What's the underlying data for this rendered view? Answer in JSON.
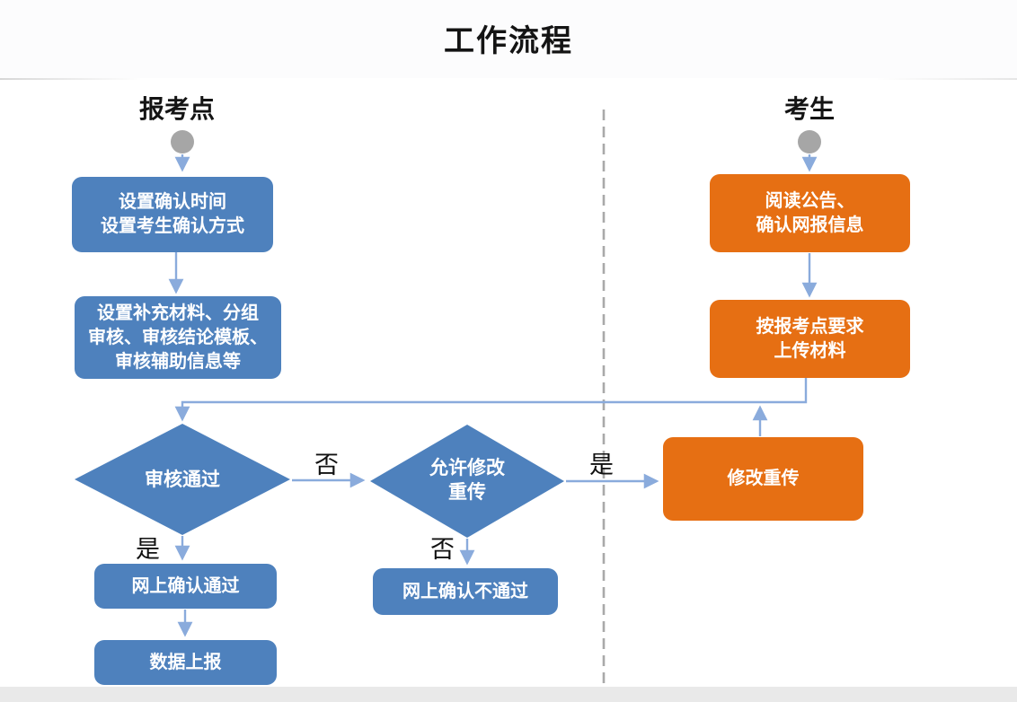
{
  "title": "工作流程",
  "colors": {
    "blue": "#4e81bd",
    "orange": "#e66f13",
    "connector": "#8aabdc",
    "divider": "#a9a9a9",
    "circle": "#a6a6a6",
    "text_dark": "#1b1b1b",
    "box_text": "#ffffff",
    "footer_band": "#e9e9e9",
    "page_bg": "#ffffff"
  },
  "lanes": {
    "left": {
      "header": "报考点"
    },
    "right": {
      "header": "考生"
    }
  },
  "nodes": {
    "set_confirm": {
      "lines": [
        "设置确认时间",
        "设置考生确认方式"
      ]
    },
    "set_materials": {
      "lines": [
        "设置补充材料、分组",
        "审核、审核结论模板、",
        "审核辅助信息等"
      ]
    },
    "review_pass": {
      "lines": [
        "审核通过"
      ]
    },
    "allow_reupload": {
      "lines": [
        "允许修改",
        "重传"
      ]
    },
    "online_confirm_pass": {
      "lines": [
        "网上确认通过"
      ]
    },
    "data_report": {
      "lines": [
        "数据上报"
      ]
    },
    "online_confirm_fail": {
      "lines": [
        "网上确认不通过"
      ]
    },
    "read_notice": {
      "lines": [
        "阅读公告、",
        "确认网报信息"
      ]
    },
    "upload_materials": {
      "lines": [
        "按报考点要求",
        "上传材料"
      ]
    },
    "modify_reupload": {
      "lines": [
        "修改重传"
      ]
    }
  },
  "labels": {
    "no1": "否",
    "yes1": "是",
    "no2": "否",
    "yes2": "是"
  }
}
